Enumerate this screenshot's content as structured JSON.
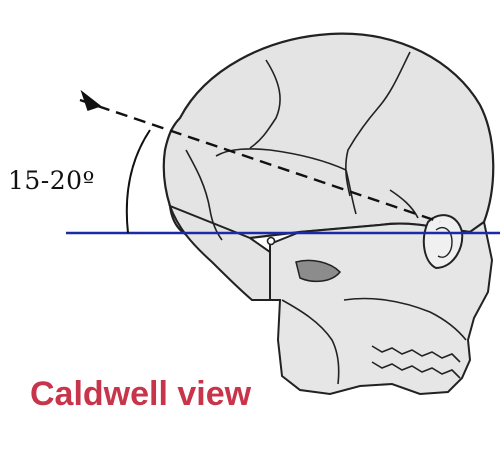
{
  "diagram": {
    "angle_label": "15-20º",
    "view_title": "Caldwell view",
    "colors": {
      "reference_line": "#1a2aa8",
      "title": "#c8354b",
      "skull_fill": "#e4e4e4",
      "skull_outline": "#222222",
      "central_ray": "#111111"
    },
    "elements": {
      "skull": "skull-lateral-illustration",
      "central_ray": "dashed-arrow",
      "reference_line": "orbitomeatal-baseline",
      "angle_arc": "arc"
    }
  }
}
